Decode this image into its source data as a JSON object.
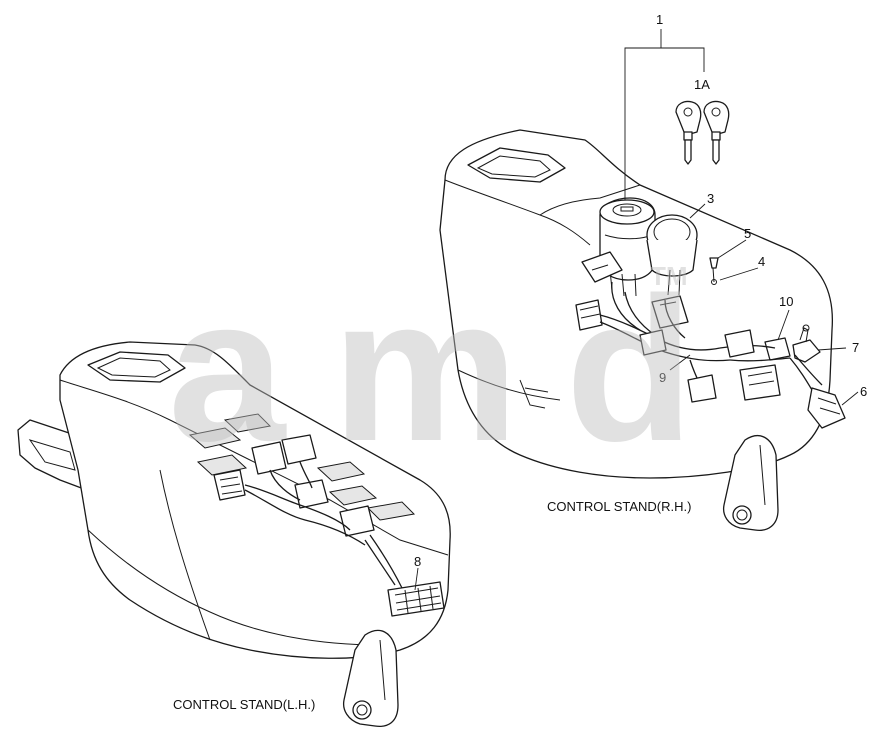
{
  "callouts": [
    {
      "id": "1",
      "label": "1"
    },
    {
      "id": "1A",
      "label": "1A"
    },
    {
      "id": "3",
      "label": "3"
    },
    {
      "id": "4",
      "label": "4"
    },
    {
      "id": "5",
      "label": "5"
    },
    {
      "id": "6",
      "label": "6"
    },
    {
      "id": "7",
      "label": "7"
    },
    {
      "id": "8",
      "label": "8"
    },
    {
      "id": "9",
      "label": "9"
    },
    {
      "id": "10",
      "label": "10"
    }
  ],
  "captions": {
    "right": "CONTROL STAND(R.H.)",
    "left": "CONTROL STAND(L.H.)"
  },
  "watermark": {
    "text": "a m d",
    "tm": "TM",
    "color": "#bdbdbd"
  }
}
